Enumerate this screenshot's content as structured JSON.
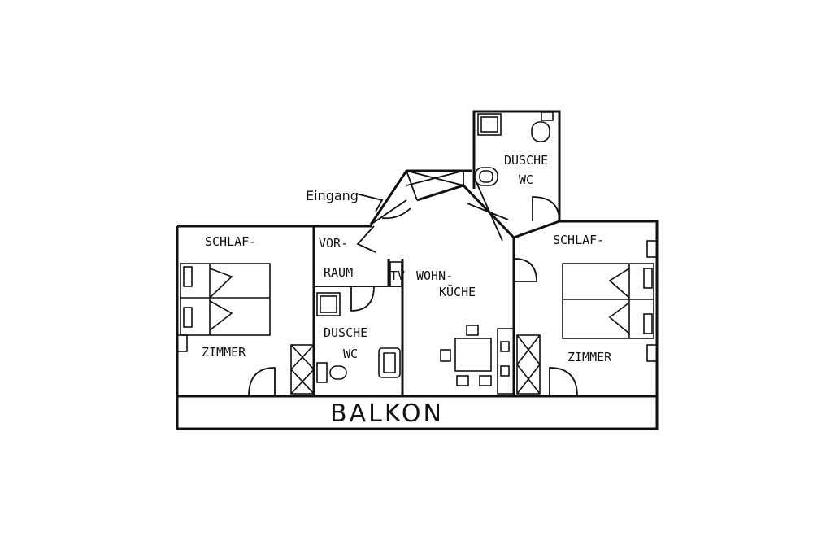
{
  "labels": {
    "entrance": "Eingang",
    "bedroom_left_top": "SCHLAF-",
    "bedroom_left_bottom": "ZIMMER",
    "hall_top": "VOR-",
    "hall_bottom": "RAUM",
    "tv": "TV",
    "kitchen_top": "WOHN-",
    "kitchen_bottom": "KÜCHE",
    "bath_left_top": "DUSCHE",
    "bath_left_bottom": "WC",
    "bath_top_top": "DUSCHE",
    "bath_top_bottom": "WC",
    "bedroom_right_top": "SCHLAF-",
    "bedroom_right_bottom": "ZIMMER",
    "balcony": "BALKON"
  }
}
